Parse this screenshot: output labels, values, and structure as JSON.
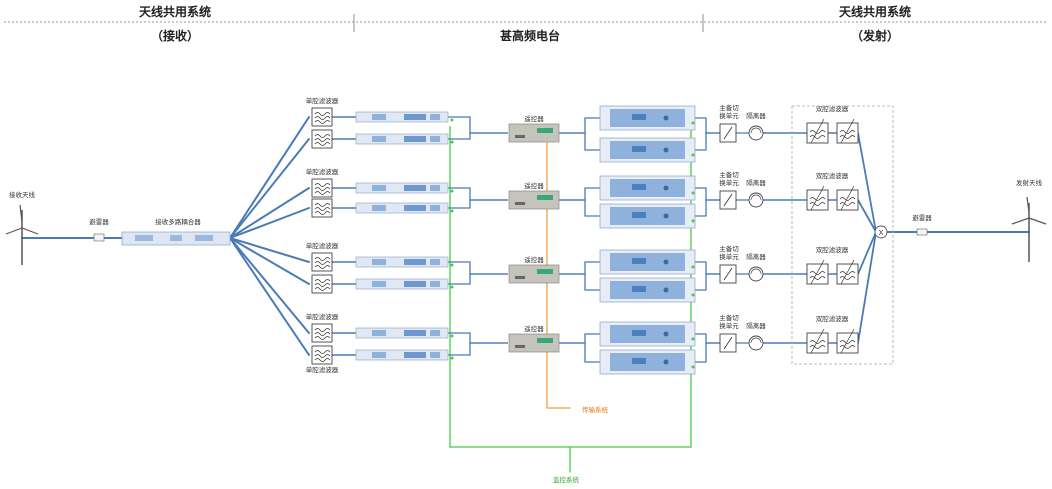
{
  "headers": {
    "left_title": "天线共用系统",
    "left_sub": "（接收）",
    "middle_title": "甚高频电台",
    "right_title": "天线共用系统",
    "right_sub": "（发射）"
  },
  "labels": {
    "rx_antenna": "接收天线",
    "rx_arrester": "避雷器",
    "rx_multicoupler": "接收多路耦合器",
    "single_cavity_filter": "单腔滤波器",
    "remote_controller": "遥控器",
    "switch_unit_line1": "主备切",
    "switch_unit_line2": "换单元",
    "isolator": "隔离器",
    "dual_cavity_filter": "双腔滤波器",
    "tx_arrester": "避雷器",
    "tx_antenna": "发射天线",
    "transmission_system": "传输系统",
    "monitoring_system": "监控系统",
    "combiner_symbol": "X"
  },
  "colors": {
    "rf_line": "#4a7bb7",
    "transmission": "#f0a040",
    "monitoring": "#4cc84c",
    "radio_panel": "#8eb2dc",
    "controller": "#c4c4bc"
  }
}
